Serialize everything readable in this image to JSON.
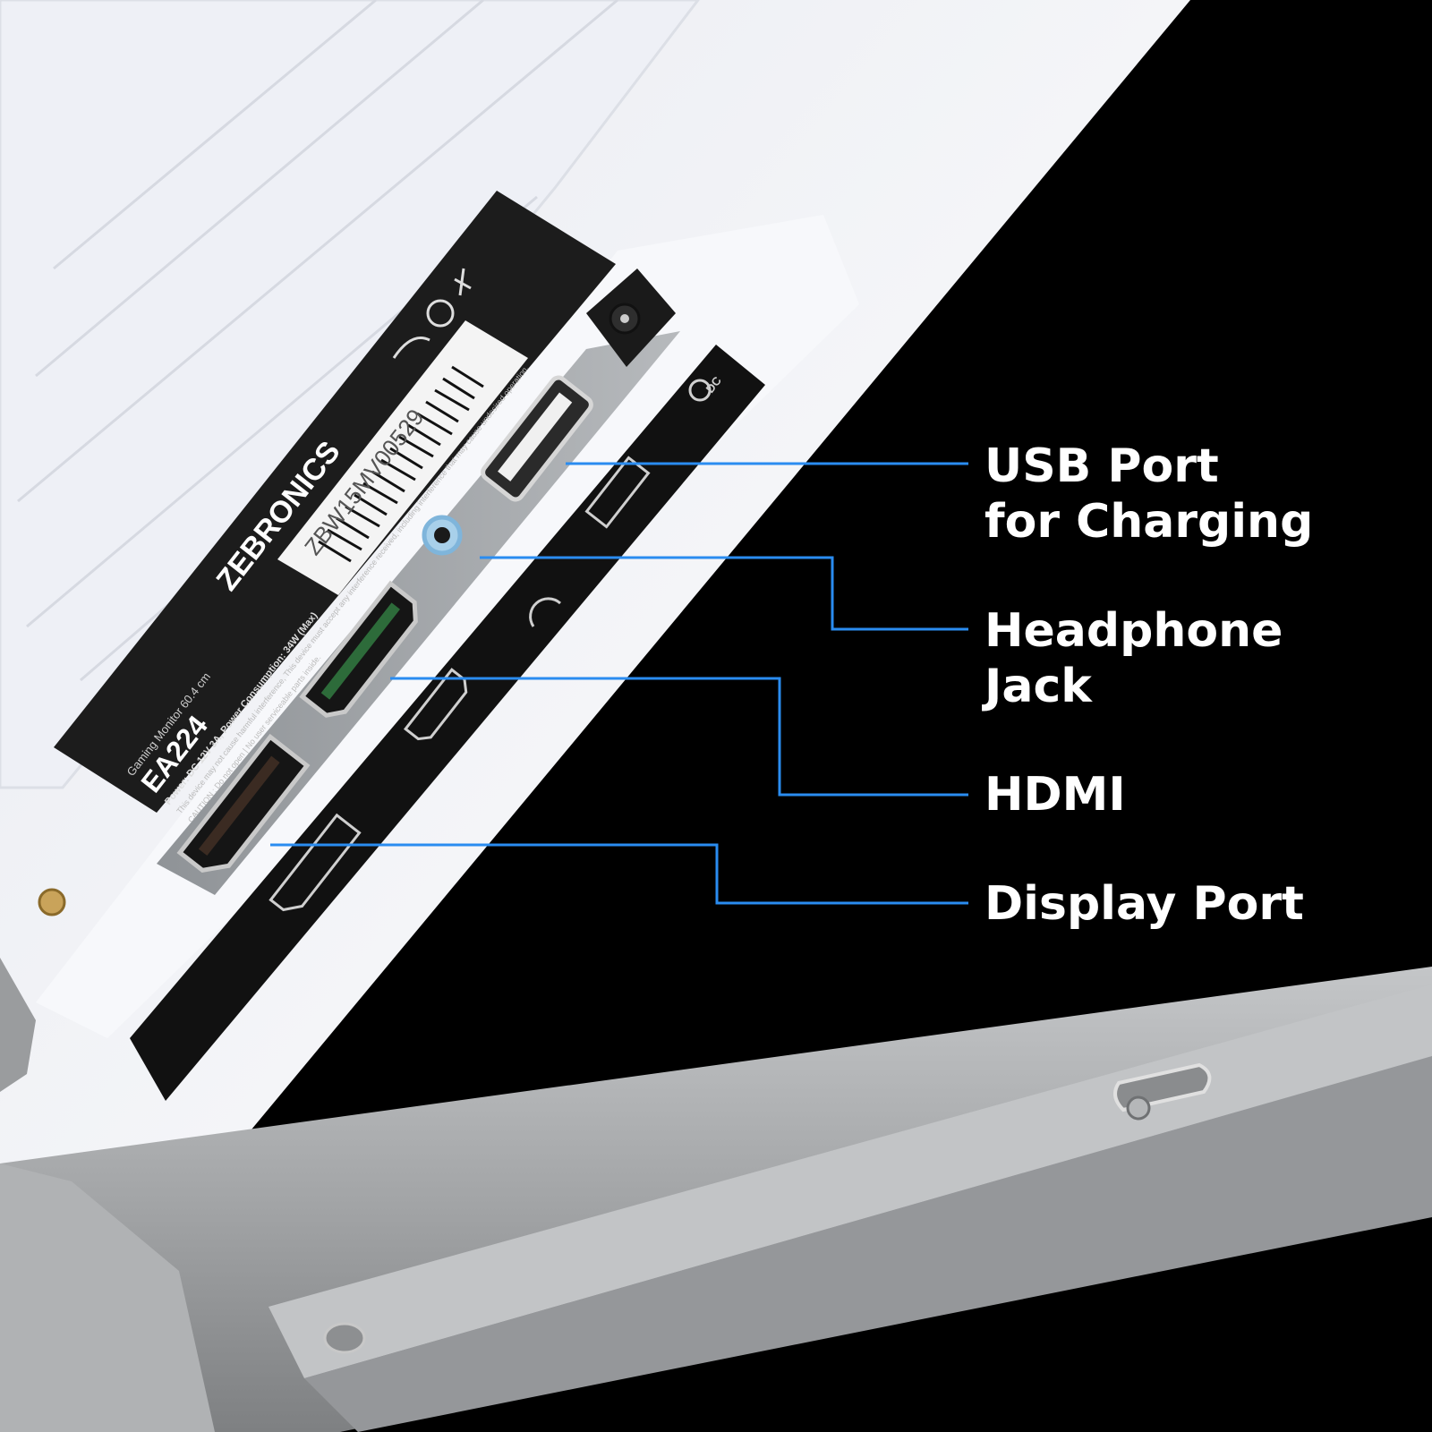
{
  "colors": {
    "background": "#000000",
    "monitor_body": "#f2f3f7",
    "label_sticker": "#1c1c1c",
    "port_panel": "#9a9ea3",
    "callout_line": "#2a8cf0",
    "stand_metal": "#a9abad",
    "text": "#ffffff"
  },
  "callouts": {
    "usb": {
      "line1": "USB Port",
      "line2": "for Charging"
    },
    "headphone": {
      "line1": "Headphone",
      "line2": "Jack"
    },
    "hdmi": {
      "line1": "HDMI"
    },
    "displayport": {
      "line1": "Display Port"
    }
  },
  "sticker": {
    "brand": "ZEBRONICS",
    "subtitle": "Gaming Monitor 60.4 cm",
    "model": "EA224",
    "power": "Power: DC 12V 3A, Power Consumption: 34W (Max)",
    "notice": "This device may not cause harmful interference, This device must accept any interference received, including interference that may cause undesired operation.",
    "caution": "CAUTION : Do not open | No user serviceable parts inside.",
    "serial": "ZBW15MV00529"
  },
  "port_icons": {
    "dc": "DC",
    "icons": [
      "dc-jack-icon",
      "usb-symbol-icon",
      "headphone-symbol-icon",
      "hdmi-symbol-icon",
      "displayport-symbol-icon"
    ]
  }
}
